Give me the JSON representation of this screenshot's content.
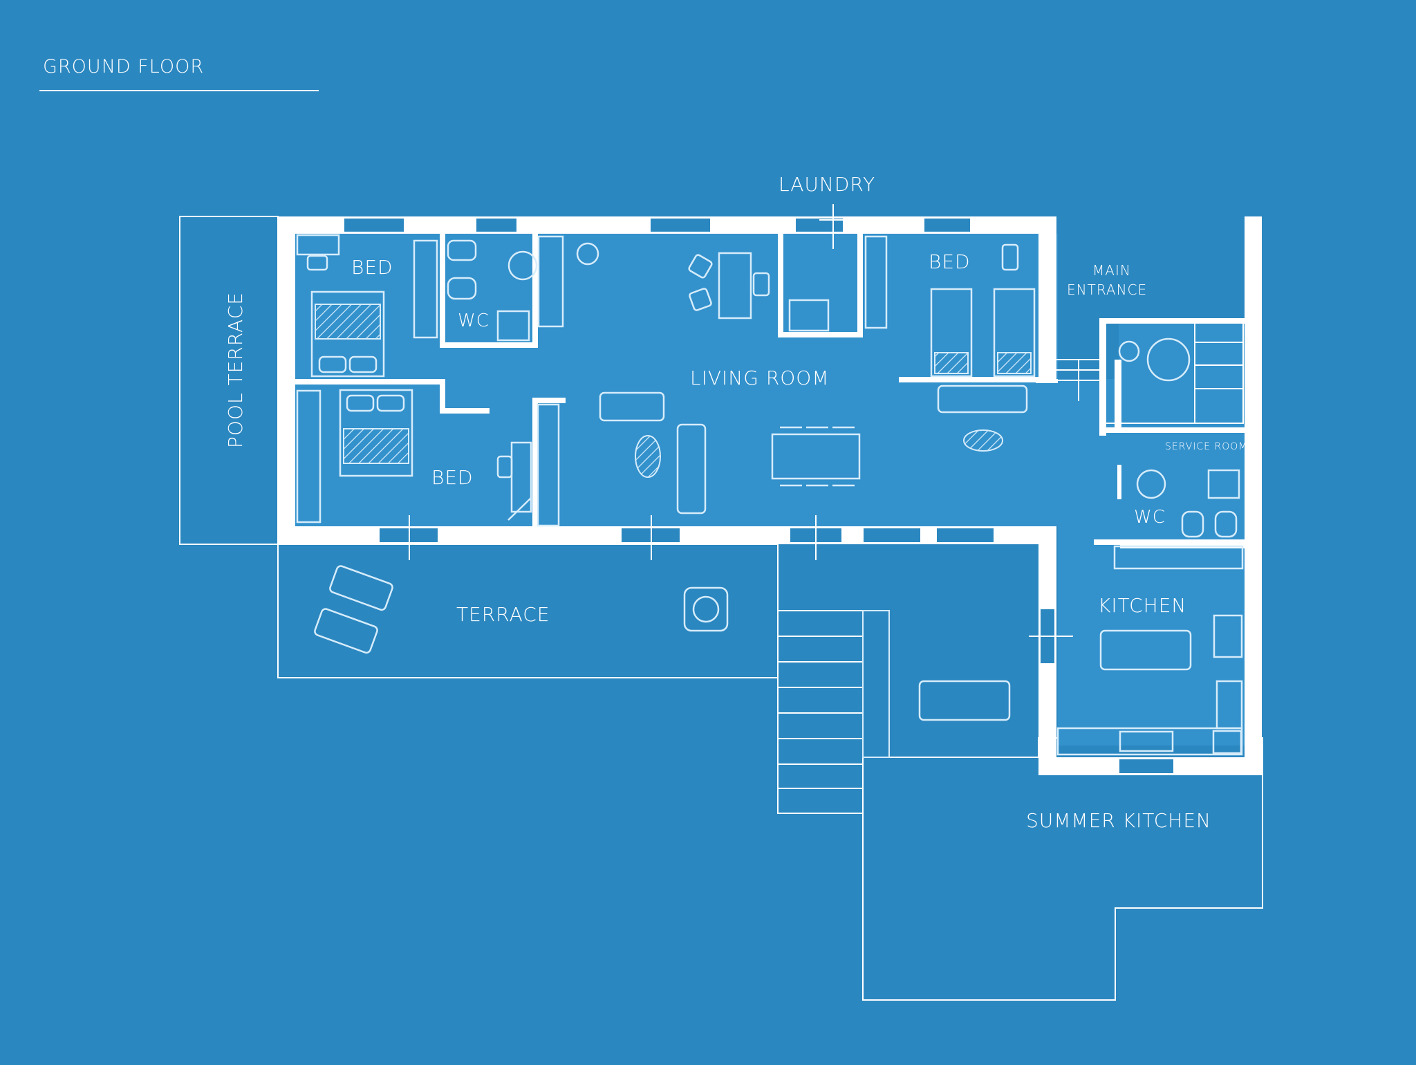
{
  "title": "GROUND FLOOR",
  "colors": {
    "background": "#2b87c0",
    "interior": "#3391cc",
    "line": "#ffffff",
    "furniture": "#d6ecfa"
  },
  "rooms": {
    "pool_terrace": "POOL TERRACE",
    "bed_1": "BED",
    "wc_1": "WC",
    "bed_2": "BED",
    "laundry": "LAUNDRY",
    "living_room": "LIVING ROOM",
    "bed_3": "BED",
    "main_entrance_line1": "MAIN",
    "main_entrance_line2": "ENTRANCE",
    "service_room": "SERVICE ROOM",
    "wc_2": "WC",
    "kitchen": "KITCHEN",
    "terrace": "TERRACE",
    "summer_kitchen": "SUMMER KITCHEN"
  }
}
